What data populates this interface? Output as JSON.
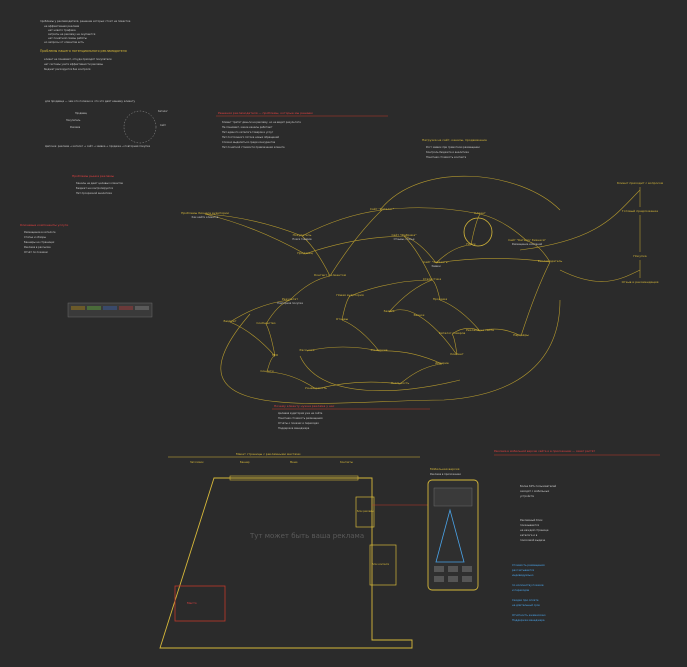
{
  "colors": {
    "background": "#2b2b2b",
    "node": "#d6b83a",
    "link": "#b59a2e",
    "text_light": "#c8c8c8",
    "note_border_red": "#c0392b",
    "text_red": "#e04040",
    "text_blue": "#4aa3e8",
    "warm_panel": "#c9a23a"
  },
  "notes": {
    "top_left": {
      "lines": [
        "проблемы у рекламодателя, решение которых стоит на повестке",
        "не эффективная реклама",
        "нет нового трафика",
        "затраты на рекламу не окупаются",
        "нет понятной схемы работы",
        "но запросы от клиентов есть"
      ],
      "heading": "Проблемы нашего потенциального рекламодателя",
      "body": [
        "клиент не понимает, откуда приходят покупатели",
        "нет системы учета эффективности рекламы",
        "бюджет расходуется без контроля"
      ]
    },
    "audience": {
      "heading": "для продавца — чем это полезно и что это даёт нашему клиенту",
      "circle_labels": [
        "Продавец",
        "Покупатель",
        "Реклама",
        "Каталог",
        "Сайт"
      ],
      "footer": "Цепочка: реклама → каталог → сайт → заявка → продажа → повторная покупка"
    },
    "problems_center": {
      "title": "Решения рекламодателя — проблемы, которые мы решаем",
      "lines": [
        "Клиент тратит деньги на рекламу, но не видит результата",
        "Не понимает, какие каналы работают",
        "Нет единого каталога товаров и услуг",
        "Нет постоянного потока новых обращений",
        "Сложно выделиться среди конкурентов",
        "Нет понятной стоимости привлечения клиента"
      ]
    },
    "right_top": {
      "title": "Нагрузка на сайт, каналы, продвижение",
      "lines": [
        "Рост заявок при грамотном размещении",
        "Контроль бюджета и аналитика",
        "Понятная стоимость контакта"
      ]
    },
    "left_side": {
      "title": "Ключевые компоненты услуги",
      "lines": [
        "Размещение в каталоге",
        "Статьи и обзоры",
        "Баннеры на страницах",
        "Реклама в рассылке",
        "Отчёт по показам"
      ]
    },
    "left_mid": {
      "title": "Проблемы рынка рекламы",
      "lines": [
        "Каналы не дают целевых клиентов",
        "Бюджет не контролируется",
        "Нет прозрачной аналитики"
      ]
    },
    "bottom_center": {
      "title": "Почему клиенту нужна реклама у нас",
      "lines": [
        "Целевая аудитория уже на сайте",
        "Понятная стоимость размещения",
        "Отчёты о показах и переходах",
        "Поддержка менеджера"
      ]
    }
  },
  "nodes": [
    {
      "label": "Проблемы бизнеса аудитории",
      "sub": "Как найти клиентов"
    },
    {
      "label": "Сайт \"Каталог\"",
      "sub": ""
    },
    {
      "label": "Клиент",
      "sub": ""
    },
    {
      "label": "Сайт \"Фабрика\"",
      "sub": "Отзывы, статьи"
    },
    {
      "label": "Поиск",
      "sub": ""
    },
    {
      "label": "Сайт \"Каталог бизнеса\"",
      "sub": "Размещение компаний"
    },
    {
      "label": "Сайт \"Заказать\"",
      "sub": "Заявки"
    },
    {
      "label": "Рекламодатель",
      "sub": ""
    },
    {
      "label": "Покупатель",
      "sub": "Поиск товаров"
    },
    {
      "label": "Продавец",
      "sub": ""
    },
    {
      "label": "Контакт с клиентом",
      "sub": ""
    },
    {
      "label": "Результат",
      "sub": "Повторная покупка"
    },
    {
      "label": "Новая аудитория",
      "sub": ""
    },
    {
      "label": "Бюджет",
      "sub": ""
    },
    {
      "label": "Сообщество",
      "sub": ""
    },
    {
      "label": "Отзывы",
      "sub": ""
    },
    {
      "label": "Статистика",
      "sub": ""
    },
    {
      "label": "Заявка",
      "sub": ""
    },
    {
      "label": "Звонок",
      "sub": ""
    },
    {
      "label": "Продажа",
      "sub": ""
    },
    {
      "label": "Реклама на сайте",
      "sub": ""
    },
    {
      "label": "Партнёры",
      "sub": ""
    },
    {
      "label": "Каталог товаров",
      "sub": ""
    },
    {
      "label": "Контент",
      "sub": ""
    },
    {
      "label": "SEO",
      "sub": ""
    },
    {
      "label": "Соцсети",
      "sub": ""
    },
    {
      "label": "Рассылка",
      "sub": ""
    },
    {
      "label": "Конверсия",
      "sub": ""
    },
    {
      "label": "Доверие",
      "sub": ""
    },
    {
      "label": "Узнаваемость",
      "sub": ""
    },
    {
      "label": "Лояльность",
      "sub": ""
    }
  ],
  "right_chain": [
    {
      "label": "Клиент приходит с вопросом"
    },
    {
      "label": "Готовый предложение"
    },
    {
      "label": "Покупка"
    },
    {
      "label": "Отзыв и рекомендация"
    }
  ],
  "mockup": {
    "caption": "Тут может быть ваша реклама",
    "top_labels": [
      "Заголовок",
      "Баннер",
      "Меню",
      "Контакты"
    ],
    "header_title": "Макет страницы с рекламными местами",
    "side_box_1": "Блок рекламы",
    "side_box_2": "Блок контента",
    "red_label": "Место"
  },
  "phone": {
    "title": "Мобильная версия",
    "sub": "Реклама в приложении"
  },
  "right_info": {
    "red_header": "Реклама в мобильной версии сайта и в приложении — охват растёт",
    "lines_light": [
      "Более 60% пользователей",
      "заходят с мобильных",
      "устройств"
    ],
    "lines_light_2": [
      "Рекламный блок",
      "показывается",
      "на каждой странице",
      "каталога и в",
      "поисковой выдаче"
    ],
    "lines_blue": [
      "Стоимость размещения",
      "рассчитывается",
      "индивидуально",
      "по количеству показов",
      "и переходов",
      "Скидки при оплате",
      "на длительный срок",
      "Отчётность ежемесячно",
      "Поддержка менеджера"
    ]
  }
}
